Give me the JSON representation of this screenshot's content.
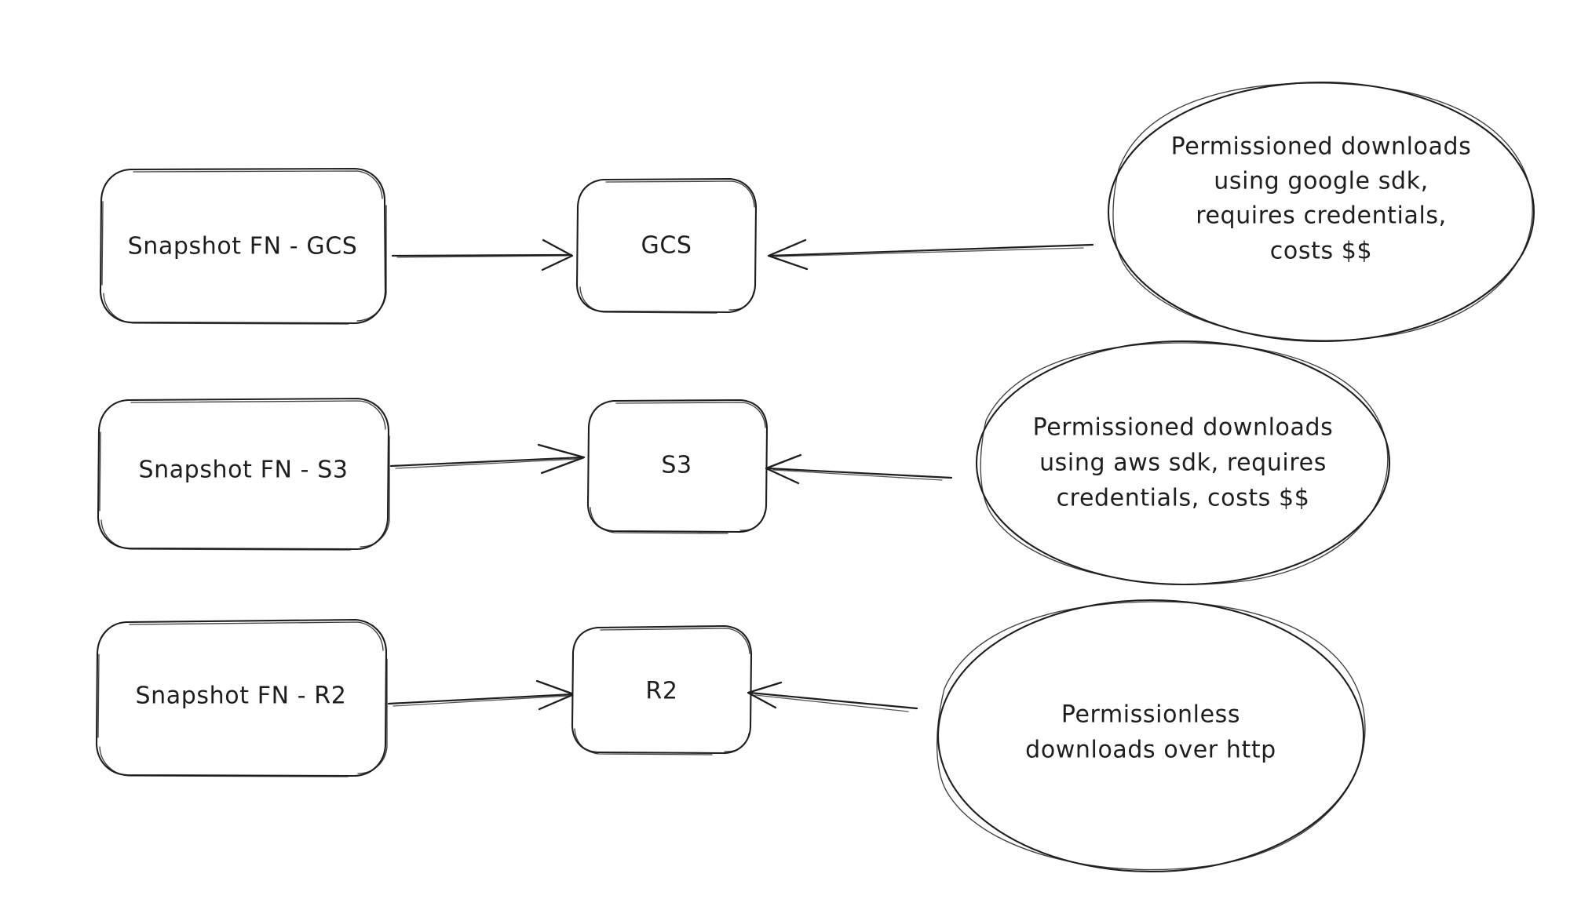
{
  "diagram": {
    "style": "hand-drawn-whiteboard",
    "background_color": "#ffffff",
    "stroke_color": "#1e1e1e",
    "rows": [
      {
        "id": "gcs",
        "source_label": "Snapshot FN - GCS",
        "target_label": "GCS",
        "note_lines": [
          "Permissioned downloads",
          "using google sdk,",
          "requires credentials,",
          "costs $$"
        ]
      },
      {
        "id": "s3",
        "source_label": "Snapshot FN - S3",
        "target_label": "S3",
        "note_lines": [
          "Permissioned downloads",
          "using aws sdk, requires",
          "credentials, costs $$"
        ]
      },
      {
        "id": "r2",
        "source_label": "Snapshot FN - R2",
        "target_label": "R2",
        "note_lines": [
          "Permissionless",
          "downloads over http"
        ]
      }
    ]
  }
}
